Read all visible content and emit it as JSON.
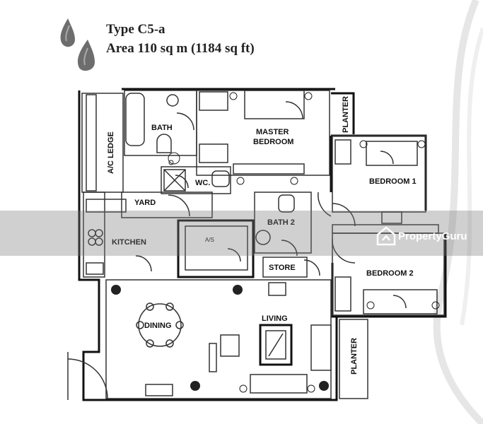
{
  "header": {
    "type_label": "Type C5-a",
    "area_label": "Area 110 sq m (1184 sq ft)"
  },
  "rooms": {
    "bath": "BATH",
    "master_bedroom_line1": "MASTER",
    "master_bedroom_line2": "BEDROOM",
    "ac_ledge": "A/C LEDGE",
    "planter_top": "PLANTER",
    "bedroom1": "BEDROOM 1",
    "wc": "WC.",
    "yard": "YARD",
    "bath2": "BATH 2",
    "kitchen": "KITCHEN",
    "store": "STORE",
    "bedroom2": "BEDROOM 2",
    "dining": "DINING",
    "living": "LIVING",
    "planter_bottom": "PLANTER",
    "shaft": "A/S"
  },
  "watermark": {
    "brand": "PropertyGuru"
  },
  "colors": {
    "wall": "#111111",
    "line": "#333333",
    "watermark_band": "#7a7a7a",
    "swirl": "#e6e6e6"
  }
}
